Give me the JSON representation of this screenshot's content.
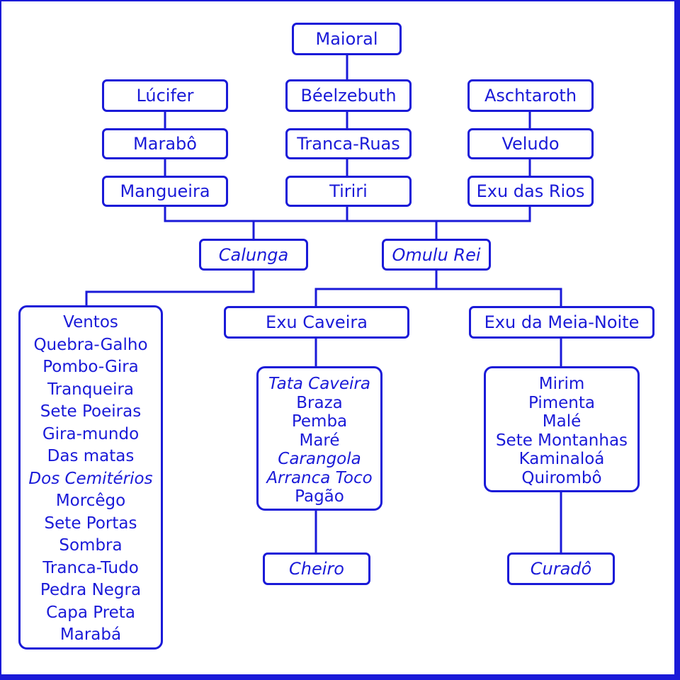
{
  "colors": {
    "line": "#1a1ad8",
    "text": "#1a1ad8",
    "background": "#ffffff"
  },
  "diagram": {
    "root": "Maioral",
    "columns": [
      {
        "items": [
          "Lúcifer",
          "Marabô",
          "Mangueira"
        ]
      },
      {
        "items": [
          "Béelzebuth",
          "Tranca-Ruas",
          "Tiriri"
        ]
      },
      {
        "items": [
          "Aschtaroth",
          "Veludo",
          "Exu das Rios"
        ]
      }
    ],
    "calunga": "Calunga",
    "omulu_rei": "Omulu Rei",
    "exu_caveira": "Exu Caveira",
    "exu_meia_noite": "Exu da Meia-Noite",
    "calunga_list": [
      "Ventos",
      "Quebra-Galho",
      "Pombo-Gira",
      "Tranqueira",
      "Sete Poeiras",
      "Gira-mundo",
      "Das matas",
      "Dos Cemitérios",
      "Morcêgo",
      "Sete Portas",
      "Sombra",
      "Tranca-Tudo",
      "Pedra Negra",
      "Capa Preta",
      "Marabá"
    ],
    "caveira_list": [
      "Tata Caveira",
      "Braza",
      "Pemba",
      "Maré",
      "Carangola",
      "Arranca Toco",
      "Pagão"
    ],
    "meia_noite_list": [
      "Mirim",
      "Pimenta",
      "Malé",
      "Sete Montanhas",
      "Kaminaloá",
      "Quirombô"
    ],
    "cheiro": "Cheiro",
    "curado": "Curadô"
  }
}
